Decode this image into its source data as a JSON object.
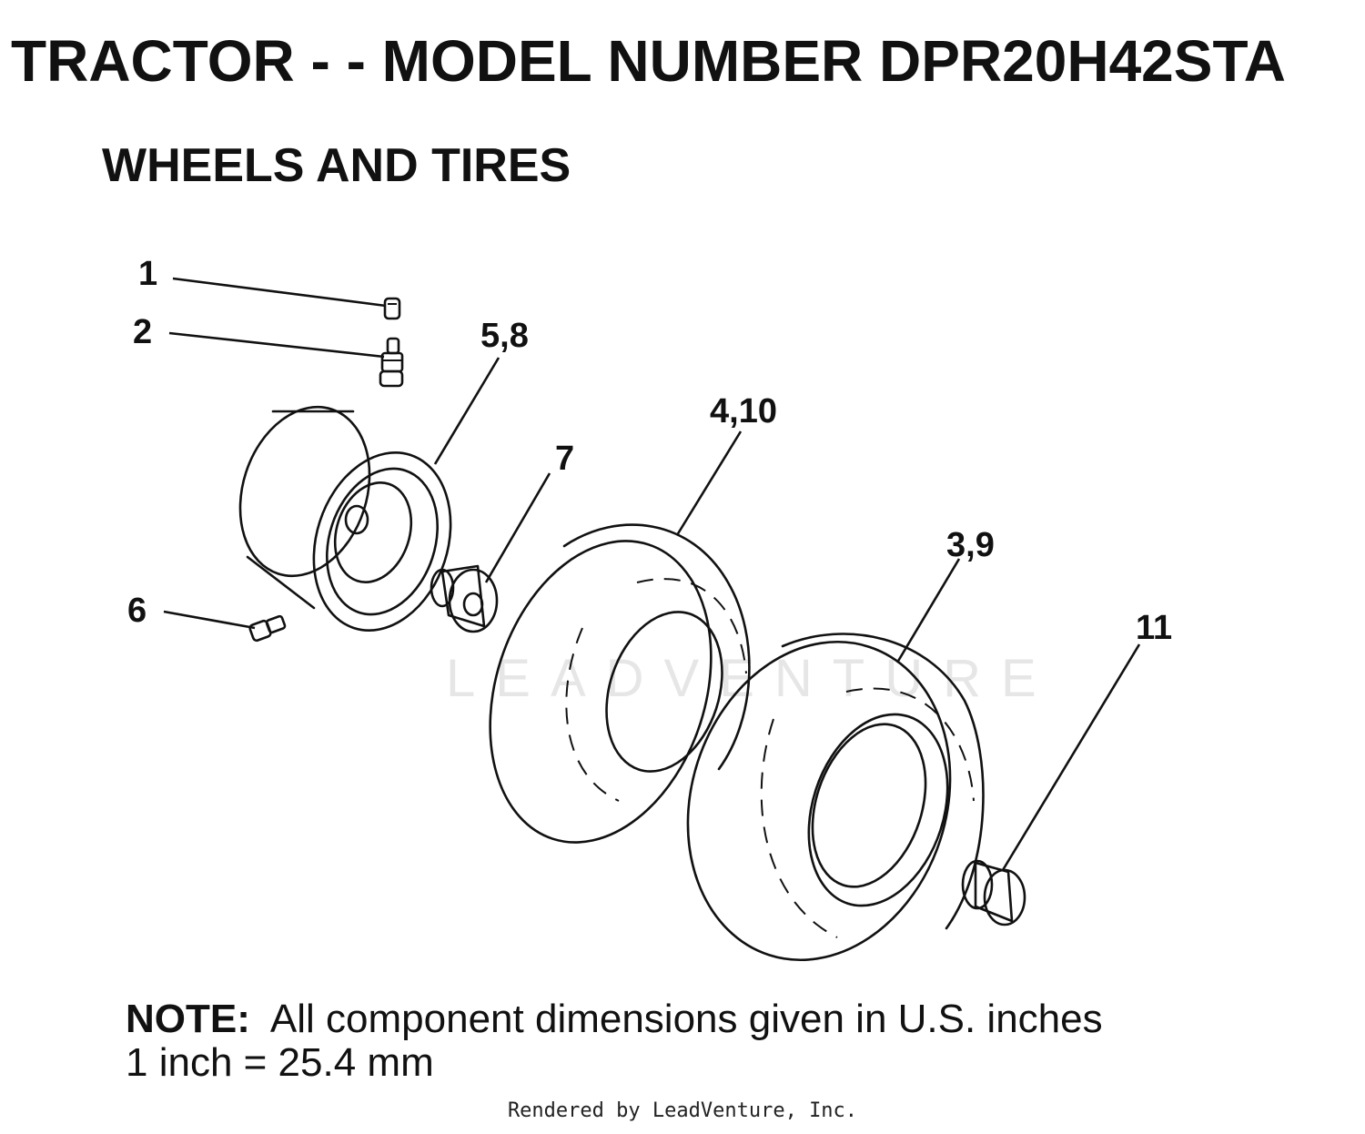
{
  "header": {
    "title": "TRACTOR - - MODEL NUMBER DPR20H42STA",
    "subtitle": "WHEELS AND TIRES"
  },
  "callouts": [
    {
      "id": "c1",
      "label": "1"
    },
    {
      "id": "c2",
      "label": "2"
    },
    {
      "id": "c58",
      "label": "5,8"
    },
    {
      "id": "c410",
      "label": "4,10"
    },
    {
      "id": "c7",
      "label": "7"
    },
    {
      "id": "c39",
      "label": "3,9"
    },
    {
      "id": "c11",
      "label": "11"
    },
    {
      "id": "c6",
      "label": "6"
    }
  ],
  "watermark": "LEADVENTURE",
  "note": {
    "label": "NOTE:",
    "text": "All component dimensions given in U.S. inches",
    "conversion": "1 inch = 25.4 mm"
  },
  "footer": "Rendered by LeadVenture, Inc."
}
